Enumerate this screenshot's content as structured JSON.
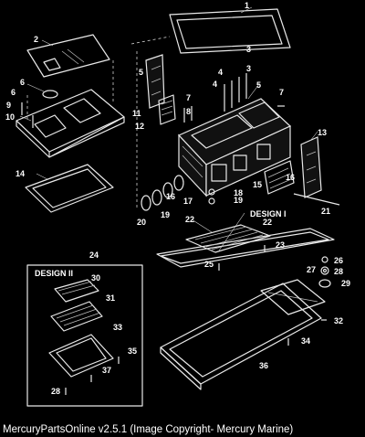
{
  "caption": "MercuryPartsOnline v2.5.1 (Image Copyright- Mercury Marine)",
  "design_labels": {
    "design_one": "DESIGN I",
    "design_two": "DESIGN II"
  },
  "callouts": [
    "1",
    "2",
    "3",
    "3",
    "4",
    "4",
    "5",
    "5",
    "6",
    "6",
    "7",
    "7",
    "8",
    "9",
    "10",
    "11",
    "12",
    "13",
    "14",
    "15",
    "16",
    "16",
    "17",
    "18",
    "19",
    "19",
    "20",
    "21",
    "22",
    "22",
    "23",
    "24",
    "25",
    "26",
    "27",
    "28",
    "29",
    "30",
    "31",
    "32",
    "33",
    "34",
    "35",
    "36",
    "37"
  ]
}
